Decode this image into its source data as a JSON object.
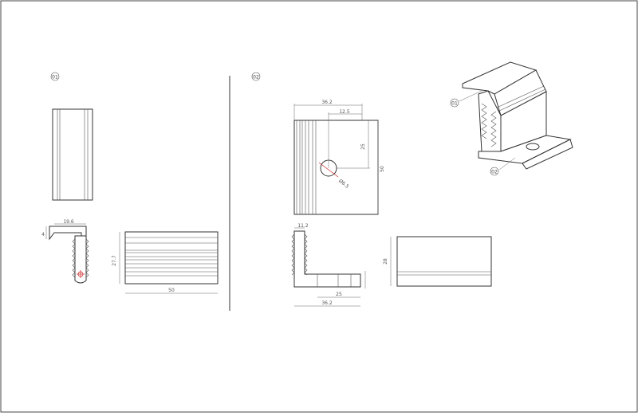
{
  "views": {
    "view1": {
      "label": "01"
    },
    "view2": {
      "label": "02"
    }
  },
  "dimensions": {
    "d_19_6": "19.6",
    "d_4": "4",
    "d_27_7": "27.7",
    "d_50_a": "50",
    "d_36_2_top": "36.2",
    "d_12_5": "12.5",
    "d_25_v": "25",
    "d_50_v": "50",
    "d_hole": "Ø6.5",
    "d_11_2": "11.2",
    "d_25_h": "25",
    "d_36_2_bot": "36.2",
    "d_28": "28"
  },
  "iso": {
    "callout1": "01",
    "callout2": "02"
  }
}
